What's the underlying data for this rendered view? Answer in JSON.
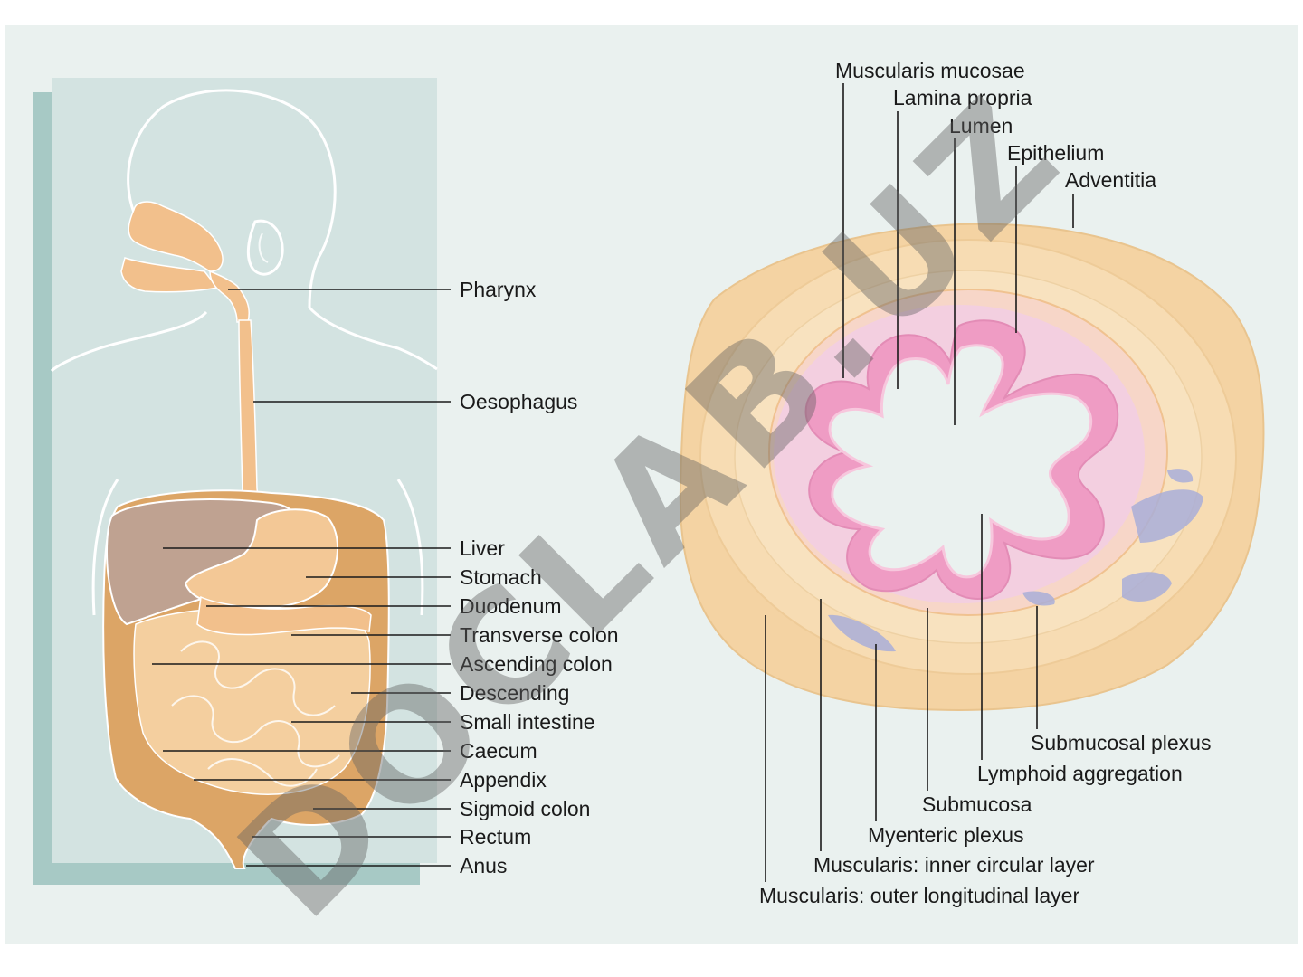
{
  "colors": {
    "page_bg": "#eaf1ef",
    "panel_light": "#d3e3e1",
    "panel_dark": "#a7c9c5",
    "body_outline": "#ffffff",
    "gut_tan": "#f2c08c",
    "liver": "#bfa291",
    "colon_dark": "#dca566",
    "mucosa_pink": "#ef9cc4",
    "lamina_pink": "#f3cfe0",
    "serosa_tan": "#f4d3a3",
    "leader": "#1a1a1a",
    "watermark": "#5f5f5f"
  },
  "left_labels": {
    "pharynx": "Pharynx",
    "oesophagus": "Oesophagus",
    "liver": "Liver",
    "stomach": "Stomach",
    "duodenum": "Duodenum",
    "transverse_colon": "Transverse colon",
    "ascending_colon": "Ascending colon",
    "descending": "Descending",
    "small_intestine": "Small intestine",
    "caecum": "Caecum",
    "appendix": "Appendix",
    "sigmoid_colon": "Sigmoid colon",
    "rectum": "Rectum",
    "anus": "Anus"
  },
  "right_top_labels": {
    "muscularis_mucosae": "Muscularis mucosae",
    "lamina_propria": "Lamina propria",
    "lumen": "Lumen",
    "epithelium": "Epithelium",
    "adventitia": "Adventitia"
  },
  "right_bottom_labels": {
    "submucosal_plexus": "Submucosal plexus",
    "lymphoid_aggregation": "Lymphoid aggregation",
    "submucosa": "Submucosa",
    "myenteric_plexus": "Myenteric plexus",
    "muscularis_inner": "Muscularis: inner circular layer",
    "muscularis_outer": "Muscularis: outer longitudinal layer"
  },
  "watermark": "DOCLAB.UZ"
}
